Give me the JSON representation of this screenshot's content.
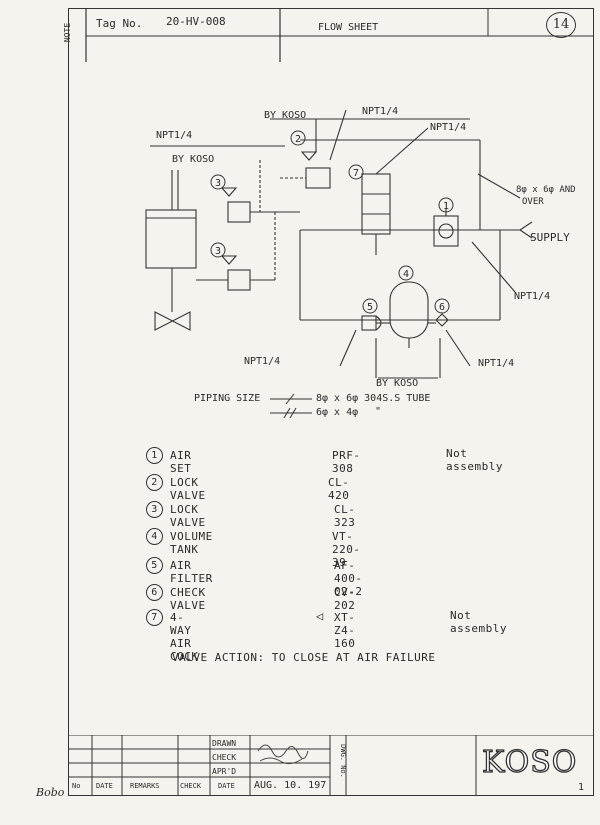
{
  "header": {
    "note_label": "NOTE",
    "tag_label": "Tag No.",
    "tag_value": "20-HV-008",
    "title": "FLOW SHEET",
    "page_number": "14"
  },
  "diagram": {
    "labels": {
      "by_koso_top": "BY KOSO",
      "npt_top": "NPT1/4",
      "npt_left": "NPT1/4",
      "by_koso_left": "BY KOSO",
      "npt_right_top": "NPT1/4",
      "tube_size_note_1": "8φ x 6φ AND",
      "tube_size_note_2": "OVER",
      "supply": "SUPPLY",
      "npt_right_mid": "NPT1/4",
      "npt_bottom_left": "NPT1/4",
      "npt_bottom_right": "NPT1/4",
      "by_koso_bottom": "BY KOSO"
    },
    "piping": {
      "label": "PIPING SIZE",
      "line1": "8φ x 6φ 304S.S TUBE",
      "line2": "6φ x 4φ",
      "ditto": "\""
    }
  },
  "components": [
    {
      "num": "1",
      "name": "AIR SET",
      "model": "PRF-308",
      "note": "Not assembly"
    },
    {
      "num": "2",
      "name": "LOCK VALVE",
      "model": "CL-420",
      "note": ""
    },
    {
      "num": "3",
      "name": "LOCK VALVE",
      "model": "CL-323",
      "note": ""
    },
    {
      "num": "4",
      "name": "VOLUME TANK",
      "model": "VT-220-39",
      "note": ""
    },
    {
      "num": "5",
      "name": "AIR FILTER",
      "model": "AF-400-02-2",
      "note": ""
    },
    {
      "num": "6",
      "name": "CHECK VALVE",
      "model": "CV-202",
      "note": ""
    },
    {
      "num": "7",
      "name": "4-WAY AIR COCK",
      "model": "XT-Z4-160",
      "note": "Not assembly"
    }
  ],
  "valve_action": "VALVE ACTION: TO CLOSE AT AIR FAILURE",
  "title_block": {
    "drawn": "DRAWN",
    "check": "CHECK",
    "aprd": "APR'D",
    "col_no": "No",
    "col_date": "DATE",
    "col_remarks": "REMARKS",
    "col_check": "CHECK",
    "col_date2": "DATE",
    "date_value": "AUG. 10. 197",
    "dwg_no": "DWG. No.",
    "company": "KOSO",
    "sheet_mark": "1"
  },
  "margin_note": "Bobo"
}
